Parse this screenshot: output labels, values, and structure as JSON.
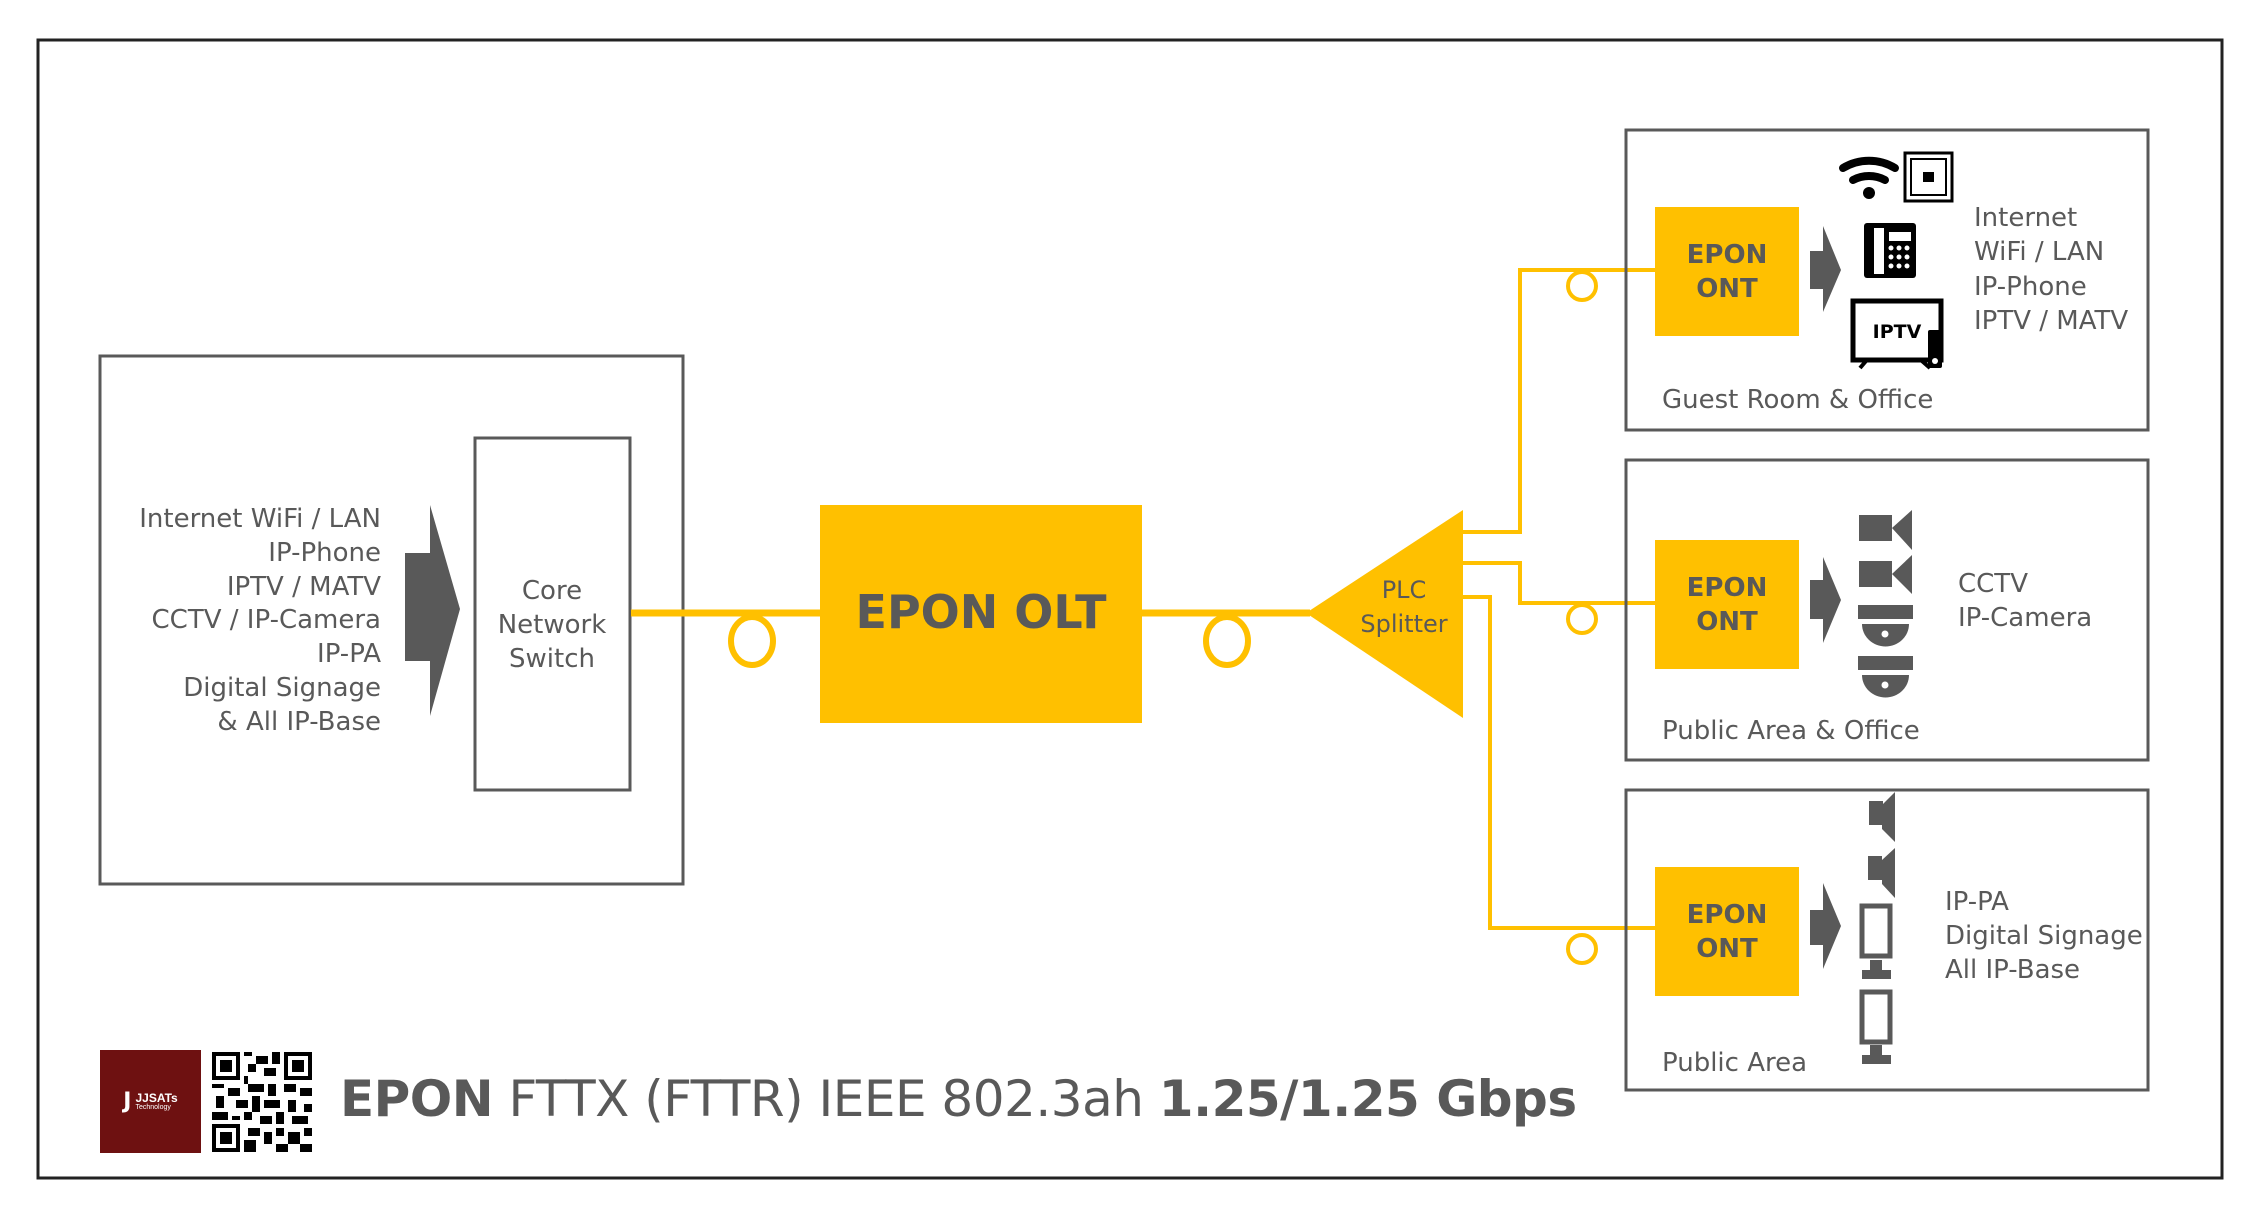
{
  "colors": {
    "fiber": "#FFC000",
    "device_fill": "#FFC000",
    "text": "#595959",
    "frame": "#222222",
    "box_border": "#595959",
    "logo_bg": "#6E1111"
  },
  "head_end": {
    "services": [
      "Internet WiFi / LAN",
      "IP-Phone",
      "IPTV / MATV",
      "CCTV / IP-Camera",
      "IP-PA",
      "Digital Signage",
      "& All IP-Base"
    ],
    "switch_label": [
      "Core",
      "Network",
      "Switch"
    ]
  },
  "olt": {
    "label": "EPON OLT"
  },
  "splitter": {
    "label": [
      "PLC",
      "Splitter"
    ]
  },
  "zones": [
    {
      "ont_label": [
        "EPON",
        "ONT"
      ],
      "area": "Guest Room & Office",
      "services": [
        "Internet",
        "WiFi / LAN",
        "IP-Phone",
        "IPTV / MATV"
      ],
      "icons": [
        "wifi-icon",
        "lan-socket-icon",
        "desk-phone-icon",
        "iptv-icon"
      ],
      "iptv_badge": "IPTV"
    },
    {
      "ont_label": [
        "EPON",
        "ONT"
      ],
      "area": "Public Area & Office",
      "services": [
        "CCTV",
        "IP-Camera"
      ],
      "icons": [
        "bullet-camera-icon",
        "bullet-camera-icon",
        "dome-camera-icon",
        "dome-camera-icon"
      ]
    },
    {
      "ont_label": [
        "EPON",
        "ONT"
      ],
      "area": "Public Area",
      "services": [
        "IP-PA",
        "Digital Signage",
        "All IP-Base"
      ],
      "icons": [
        "speaker-icon",
        "speaker-icon",
        "signage-display-icon",
        "signage-display-icon"
      ]
    }
  ],
  "footer": {
    "logo_name": "JJSATs",
    "logo_sub": "Technology",
    "title_bold_1": "EPON",
    "title_regular": " FTTX (FTTR) IEEE 802.3ah ",
    "title_bold_2": "1.25/1.25 Gbps"
  }
}
